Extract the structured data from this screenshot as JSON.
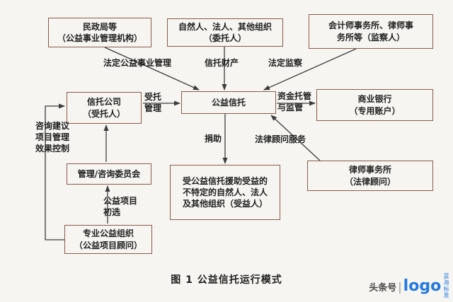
{
  "diagram": {
    "caption": "图 1  公益信托运行模式",
    "boxes": {
      "civil_affairs": {
        "text": "民政局等\n（公益事业管理机构）"
      },
      "trustor": {
        "text": "自然人、法人、其他组织\n（委托人）"
      },
      "supervisor": {
        "text": "会计师事务所、律师事\n务所等（监察人）"
      },
      "trust_company": {
        "text": "信托公司\n（受托人）"
      },
      "charitable_trust": {
        "text": "公益信托"
      },
      "commercial_bank": {
        "text": "商业银行\n（专用账户）"
      },
      "committee": {
        "text": "管理/咨询委员会"
      },
      "beneficiary": {
        "text": "受公益信托援助受益的\n不特定的自然人、法人\n及其他组织（受益人）"
      },
      "law_firm": {
        "text": "律师事务所\n（法律顾问）"
      },
      "ngo": {
        "text": "专业公益组织\n（公益项目顾问）"
      }
    },
    "edge_labels": {
      "statutory_management": "法定公益事业管理",
      "trust_property": "信托财产",
      "statutory_supervision": "法定监察",
      "entrusted_management": "受托\n管理",
      "fund_custody": "资金托管\n与监管",
      "donation": "捐助",
      "legal_advisory": "法律顾问服务",
      "consulting": "咨询建议\n项目管理\n效果控制",
      "project_preselection": "公益项目\n初选"
    }
  },
  "watermark": {
    "source": "头条号",
    "divider": "|",
    "brand": "logo",
    "vertical": "蓝海标准"
  },
  "colors": {
    "background": "#f6f5f2",
    "box_border": "#8d5a49",
    "line": "#3c3c3c",
    "text": "#1f1f1f",
    "brand_blue": "#2479e0",
    "watermark_gray": "#4a4a4a"
  }
}
